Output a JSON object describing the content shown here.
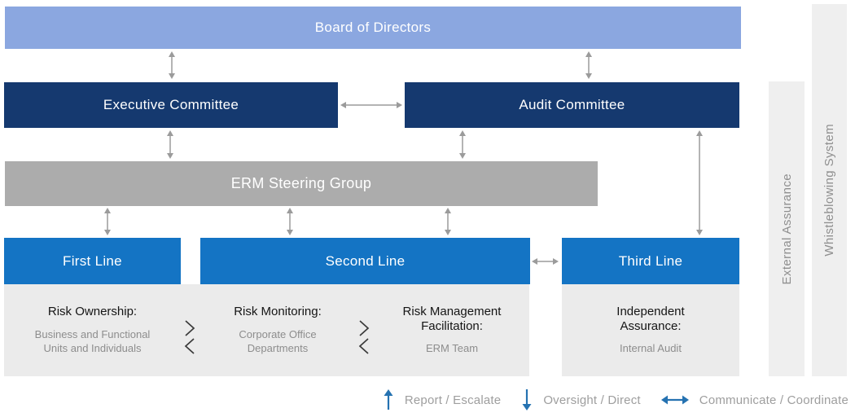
{
  "diagram_title": "ERM governance three-lines structure",
  "boxes": {
    "board": {
      "label": "Board of Directors"
    },
    "executive": {
      "label": "Executive Committee"
    },
    "audit": {
      "label": "Audit Committee"
    },
    "erm": {
      "label": "ERM Steering Group"
    },
    "first_line": {
      "label": "First Line"
    },
    "second_line": {
      "label": "Second Line"
    },
    "third_line": {
      "label": "Third Line"
    }
  },
  "panels": {
    "columns": [
      {
        "heading": "Risk Ownership:",
        "sub": "Business and Functional Units and Individuals"
      },
      {
        "heading": "Risk Monitoring:",
        "sub": "Corporate Office Departments"
      },
      {
        "heading": "Risk Management Facilitation:",
        "sub": "ERM Team"
      },
      {
        "heading": "Independent Assurance:",
        "sub": "Internal Audit"
      }
    ]
  },
  "sidebars": [
    {
      "label": "External Assurance"
    },
    {
      "label": "Whistleblowing System"
    }
  ],
  "legend": {
    "items": [
      {
        "icon": "arrow-up-icon",
        "label": "Report / Escalate"
      },
      {
        "icon": "arrow-down-icon",
        "label": "Oversight / Direct"
      },
      {
        "icon": "arrow-left-right-icon",
        "label": "Communicate / Coordinate"
      }
    ]
  },
  "colors": {
    "board_bg": "#8BA7E0",
    "committee_bg": "#15396F",
    "erm_bg": "#ACACAC",
    "line_bg": "#1474C4",
    "panel_bg": "#EBEBEB",
    "sidebar_bg": "#EFEFEF",
    "connector_gray": "#9B9B9B",
    "legend_arrow_blue": "#2572B1",
    "legend_text": "#9E9E9E",
    "heading_text": "#151515",
    "sub_text": "#8D8D8D"
  }
}
